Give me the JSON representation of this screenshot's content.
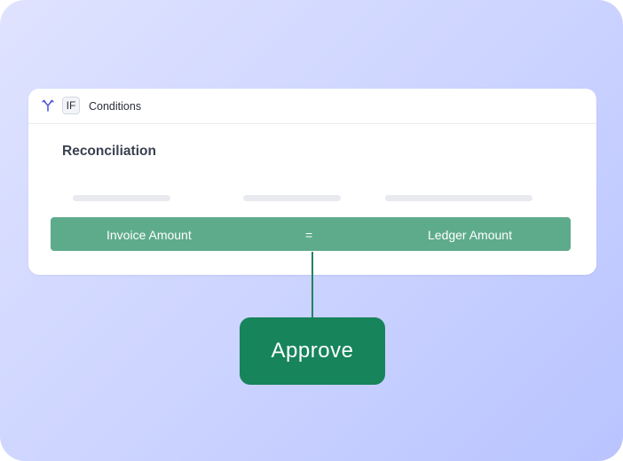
{
  "card": {
    "badge": "IF",
    "header_title": "Conditions",
    "section_title": "Reconciliation"
  },
  "condition": {
    "left_operand": "Invoice Amount",
    "operator": "=",
    "right_operand": "Ledger Amount"
  },
  "action": {
    "label": "Approve"
  },
  "icons": {
    "branch": "branch-icon"
  },
  "colors": {
    "background_start": "#dfe3ff",
    "background_end": "#b9c4ff",
    "condition_row": "#5eab8c",
    "action_node": "#17845c",
    "icon_accent": "#4f5bd5"
  }
}
